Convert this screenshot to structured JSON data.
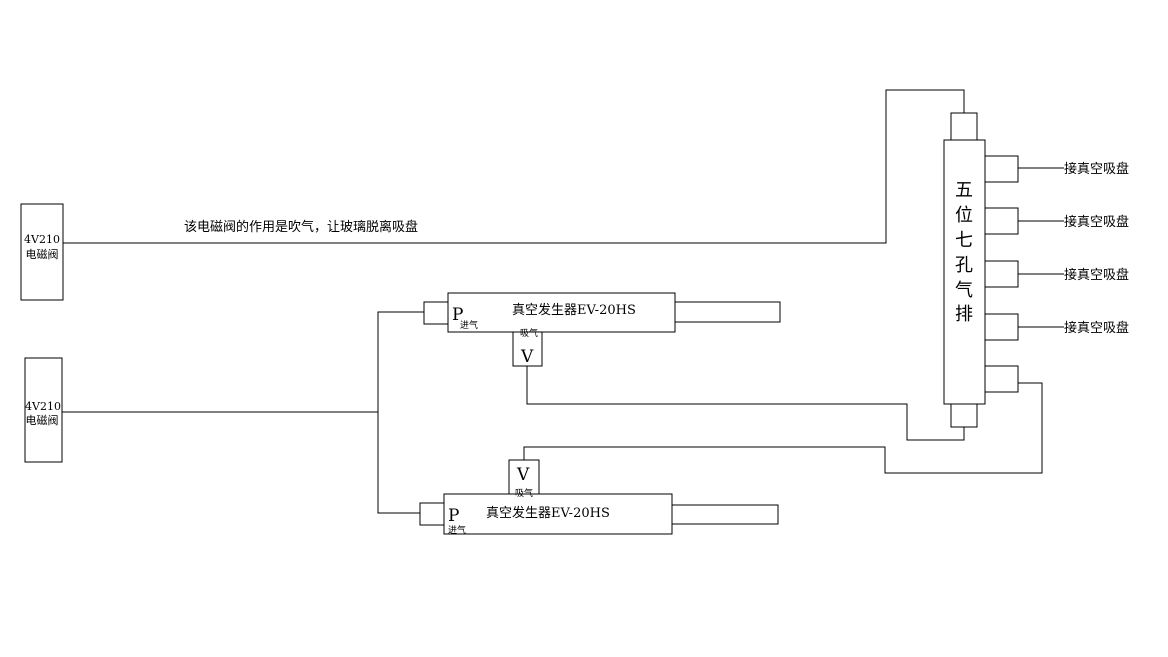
{
  "valve_top": {
    "model": "4V210",
    "name": "电磁阀"
  },
  "valve_bottom": {
    "model": "4V210",
    "name": "电磁阀"
  },
  "blow_note": "该电磁阀的作用是吹气，让玻璃脱离吸盘",
  "generator_top": {
    "name": "真空发生器EV-20HS",
    "p": "P",
    "p_label": "进气",
    "v": "V",
    "v_label": "吸气"
  },
  "generator_bottom": {
    "name": "真空发生器EV-20HS",
    "p": "P",
    "p_label": "进气",
    "v": "V",
    "v_label": "吸气"
  },
  "manifold_chars": [
    "五",
    "位",
    "七",
    "孔",
    "气",
    "排"
  ],
  "suction_cups": [
    "接真空吸盘",
    "接真空吸盘",
    "接真空吸盘",
    "接真空吸盘"
  ]
}
